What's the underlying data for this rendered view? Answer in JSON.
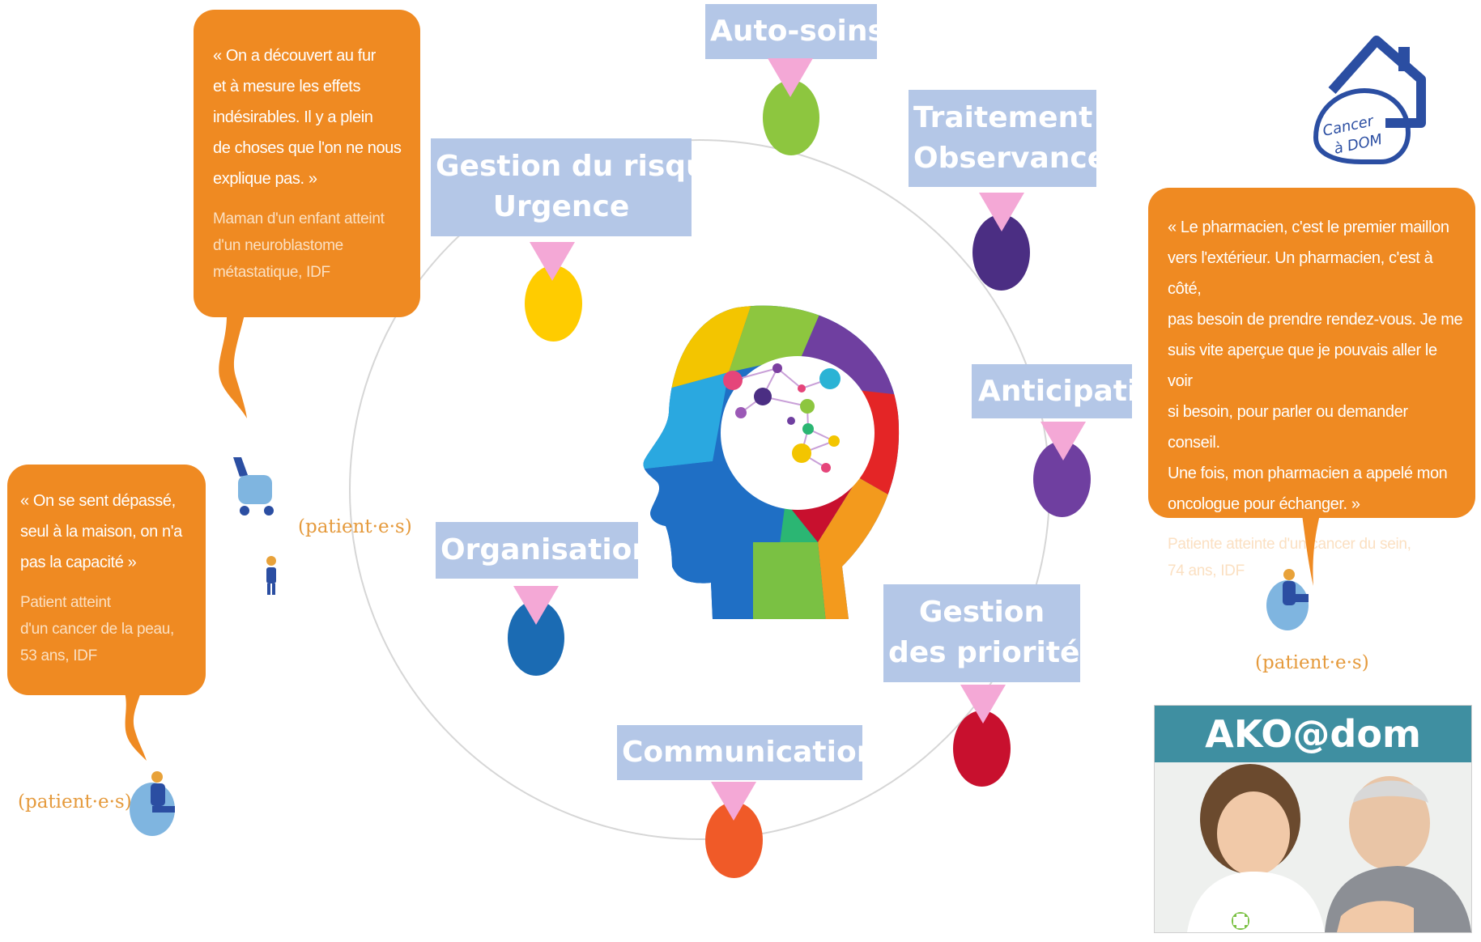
{
  "diagram": {
    "nodes": [
      {
        "label_lines": [
          "Auto-soins"
        ],
        "color": "#8dc63f"
      },
      {
        "label_lines": [
          "Traitement",
          "Observance"
        ],
        "color": "#4b2e83"
      },
      {
        "label_lines": [
          "Anticipatio"
        ],
        "color": "#6f3fa0"
      },
      {
        "label_lines": [
          "Gestion",
          "des priorités"
        ],
        "color": "#c8102e"
      },
      {
        "label_lines": [
          "Communication"
        ],
        "color": "#f05a28"
      },
      {
        "label_lines": [
          "Organisation"
        ],
        "color": "#1b6bb3"
      },
      {
        "label_lines": [
          "Gestion du risque",
          "Urgence"
        ],
        "color": "#ffcc00"
      }
    ],
    "label_bg_color": "#b4c7e7",
    "pointer_color": "#f4a8d6"
  },
  "quotes": [
    {
      "quote_lines": [
        "« On a découvert au fur",
        "et à mesure les effets",
        "indésirables. Il y a plein",
        "de choses que l'on ne nous",
        "explique pas. »"
      ],
      "author_lines": [
        "Maman d'un enfant atteint",
        "d'un neuroblastome",
        "métastatique, IDF"
      ]
    },
    {
      "quote_lines": [
        "« On se sent dépassé,",
        "seul à la maison, on n'a",
        "pas la capacité »"
      ],
      "author_lines": [
        "Patient atteint",
        "d'un cancer de la peau,",
        "53 ans, IDF"
      ]
    },
    {
      "quote_lines": [
        "« Le pharmacien, c'est le premier maillon",
        "vers l'extérieur. Un pharmacien, c'est à côté,",
        "pas besoin de prendre rendez-vous. Je me",
        "suis vite aperçue que je pouvais aller le voir",
        "si besoin, pour parler ou demander conseil.",
        "Une fois, mon pharmacien a appelé mon",
        "oncologue pour échanger. »"
      ],
      "author_lines": [
        "Patiente atteinte d'un cancer du sein,",
        "74 ans, IDF"
      ]
    }
  ],
  "patients_label": "(patient·e·s)",
  "logo": {
    "line1": "Cancer",
    "line2": "à DOM",
    "color": "#2b4ea2"
  },
  "ako": {
    "title": "AKO@dom"
  },
  "bubble_color": "#ef8a22"
}
